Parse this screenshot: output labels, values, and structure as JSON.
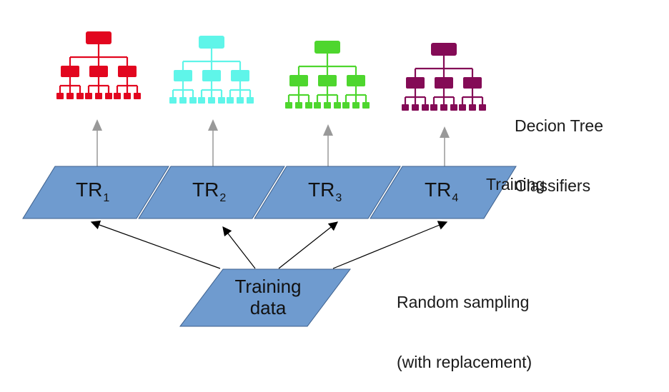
{
  "trees": [
    {
      "color": "#e2061f"
    },
    {
      "color": "#5ff5e9"
    },
    {
      "color": "#4ed62e"
    },
    {
      "color": "#840b56"
    }
  ],
  "subsets": [
    {
      "main": "TR",
      "sub": "1"
    },
    {
      "main": "TR",
      "sub": "2"
    },
    {
      "main": "TR",
      "sub": "3"
    },
    {
      "main": "TR",
      "sub": "4"
    }
  ],
  "source": {
    "line1": "Training",
    "line2": "data"
  },
  "labels": {
    "classifiers_line1": "Decion Tree",
    "classifiers_line2": "Classifiers",
    "training": "Training",
    "sampling_line1": "Random sampling",
    "sampling_line2": "(with replacement)"
  },
  "colors": {
    "shape_fill": "#6f9bcf",
    "shape_stroke": "#3c5f8c",
    "up_arrow": "#999999",
    "sample_arrow": "#000000"
  }
}
